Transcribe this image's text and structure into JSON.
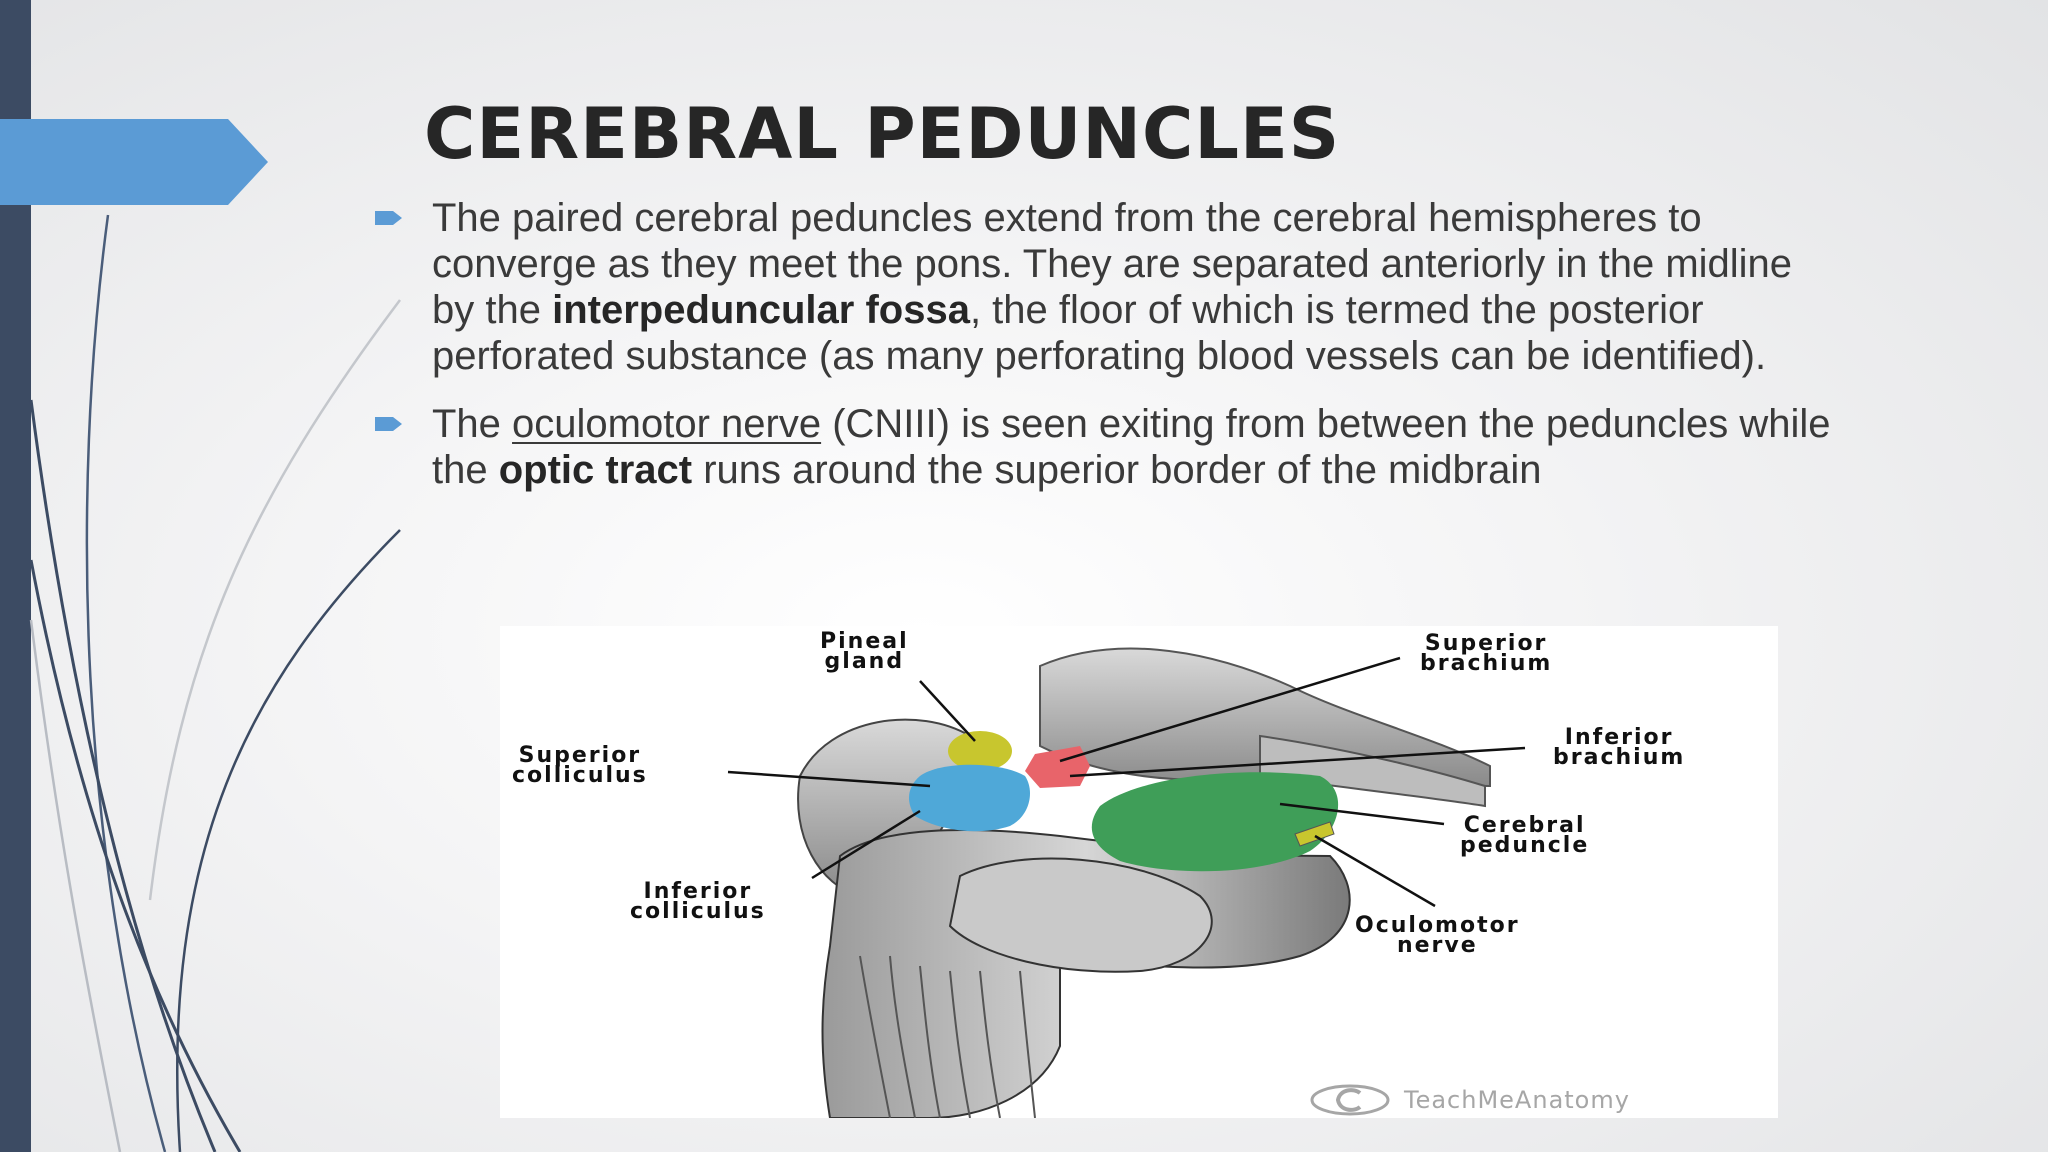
{
  "slide": {
    "title": "CEREBRAL PEDUNCLES",
    "bullet1": {
      "part1": "The paired cerebral peduncles extend from the cerebral hemispheres to converge as they meet the pons. They are separated anteriorly in the midline by the ",
      "bold1": "interpeduncular fossa",
      "part2": ", the floor of which is termed the posterior perforated substance (as many perforating blood vessels can be identified)."
    },
    "bullet2": {
      "part1": "The ",
      "underline1": "oculomotor nerve",
      "part2": " (CNIII) is seen exiting from between the peduncles while the ",
      "bold1": "optic tract",
      "part3": " runs around the superior border of the midbrain"
    }
  },
  "figure": {
    "labels": {
      "pineal_gland": "Pineal\ngland",
      "superior_brachium": "Superior\nbrachium",
      "superior_colliculus": "Superior\ncolliculus",
      "inferior_brachium": "Inferior\nbrachium",
      "cerebral_peduncle": "Cerebral\npeduncle",
      "inferior_colliculus": "Inferior\ncolliculus",
      "oculomotor_nerve": "Oculomotor\nnerve"
    },
    "watermark": "TeachMeAnatomy",
    "colors": {
      "pineal": "#c8c62e",
      "colliculi": "#4fa8d8",
      "brachium": "#e8646a",
      "peduncle": "#3f9e58",
      "nerve": "#c8c62e"
    }
  },
  "theme": {
    "accent": "#5b9bd5",
    "left_bar": "#3c4b63",
    "title_color": "#262626",
    "body_color": "#3a3a3a"
  }
}
